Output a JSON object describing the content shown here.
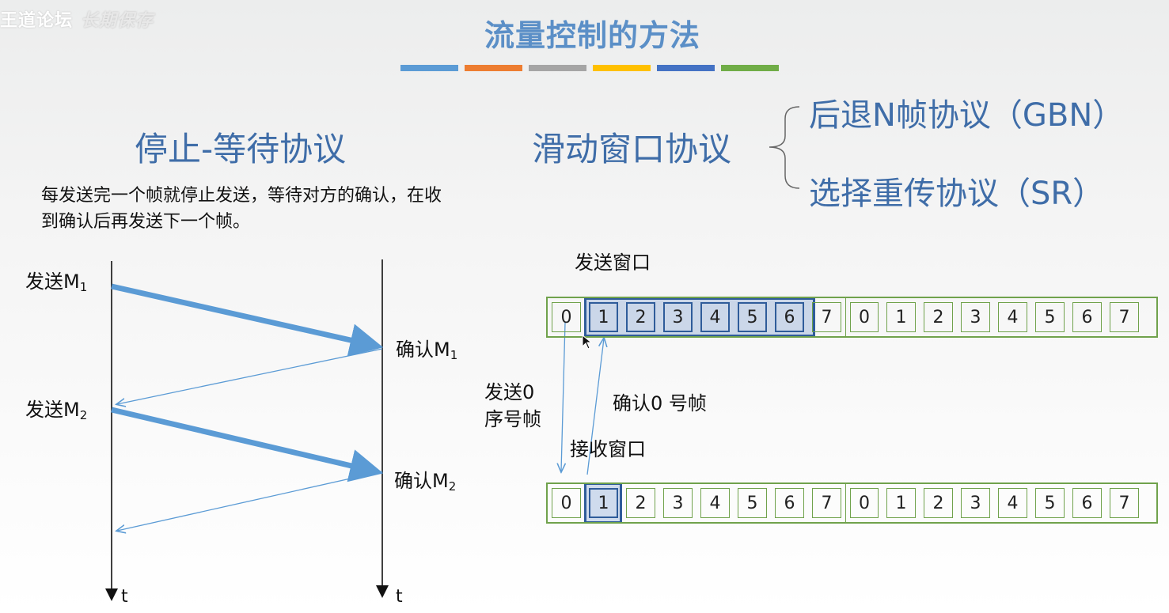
{
  "watermark": {
    "text1": "王道论坛",
    "text2": "长期保存"
  },
  "title": "流量控制的方法",
  "colors": {
    "title": "#5b8fc7",
    "heading": "#3f6da8",
    "bars": [
      "#5b9bd5",
      "#ed7d31",
      "#a5a5a5",
      "#ffc000",
      "#4472c4",
      "#70ad47"
    ],
    "frame_border": "#70a24c",
    "window_border": "#2f5c9a",
    "arrow": "#5b9bd5"
  },
  "stop_wait": {
    "heading": "停止-等待协议",
    "description": "每发送完一个帧就停止发送，等待对方的确认，在收到确认后再发送下一个帧。",
    "send1": {
      "text": "发送M",
      "sub": "1"
    },
    "ack1": {
      "text": "确认M",
      "sub": "1"
    },
    "send2": {
      "text": "发送M",
      "sub": "2"
    },
    "ack2": {
      "text": "确认M",
      "sub": "2"
    },
    "time_left": "t",
    "time_right": "t"
  },
  "sliding": {
    "heading": "滑动窗口协议",
    "gbn": "后退N帧协议（GBN）",
    "sr": "选择重传协议（SR）",
    "send_window_label": "发送窗口",
    "recv_window_label": "接收窗口",
    "send0_label_line1": "发送0",
    "send0_label_line2": "序号帧",
    "ack0_label": "确认0 号帧",
    "send_frames": [
      "0",
      "1",
      "2",
      "3",
      "4",
      "5",
      "6",
      "7",
      "0",
      "1",
      "2",
      "3",
      "4",
      "5",
      "6",
      "7"
    ],
    "recv_frames": [
      "0",
      "1",
      "2",
      "3",
      "4",
      "5",
      "6",
      "7",
      "0",
      "1",
      "2",
      "3",
      "4",
      "5",
      "6",
      "7"
    ]
  }
}
